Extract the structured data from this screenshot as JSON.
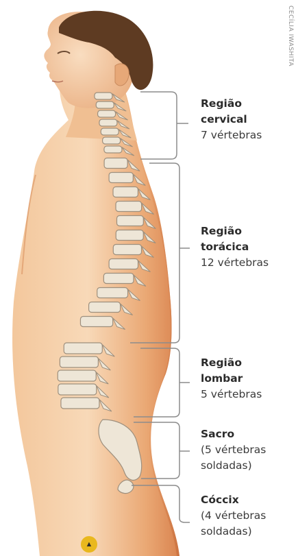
{
  "credit": "CECÍLIA IWASHITA",
  "regions": [
    {
      "title_1": "Região",
      "title_2": "cervical",
      "count": "7 vértebras"
    },
    {
      "title_1": "Região",
      "title_2": "torácica",
      "count": "12 vértebras"
    },
    {
      "title_1": "Região",
      "title_2": "lombar",
      "count": "5 vértebras"
    },
    {
      "title_1": "Sacro",
      "count_1": "(5 vértebras",
      "count_2": "soldadas)"
    },
    {
      "title_1": "Cóccix",
      "count_1": "(4 vértebras",
      "count_2": "soldadas)"
    }
  ],
  "colors": {
    "skin_light": "#f6d2ac",
    "skin_mid": "#eba774",
    "skin_dark": "#d6814f",
    "hair": "#5a3a22",
    "bone": "#eee6d7",
    "bone_shadow": "#9d8f7d",
    "bracket": "#8c8c8c",
    "badge": "#e9b81e"
  },
  "icons": {
    "badge": "up-triangle-icon"
  }
}
